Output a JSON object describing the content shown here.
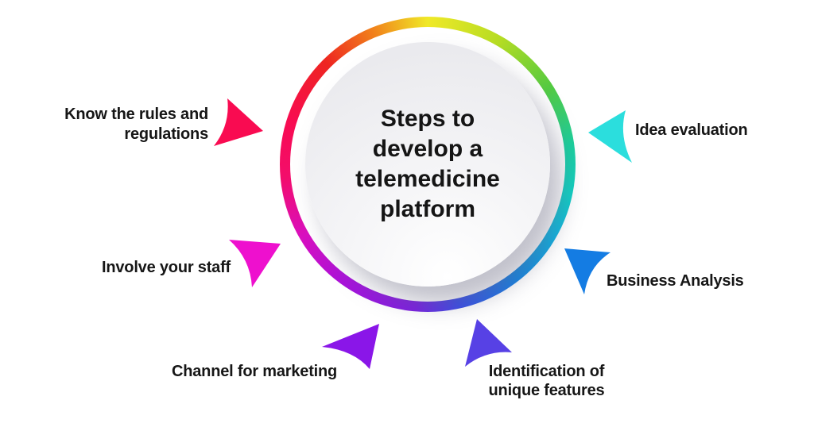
{
  "title": "Steps to develop a telemedicine platform",
  "center": {
    "title_lines": [
      "Steps to",
      "develop a",
      "telemedicine",
      "platform"
    ]
  },
  "colors": {
    "background": "#ffffff",
    "text": "#161616",
    "ring_gradient_clockwise_from_top": [
      "#F0E927",
      "#53CB42",
      "#0ED0C4",
      "#1383E2",
      "#7A20E0",
      "#D90FC0",
      "#F30D6B",
      "#EE2521",
      "#F1821B"
    ]
  },
  "steps": [
    {
      "label": "Know the rules and regulations",
      "lines": [
        "Know the rules and",
        "regulations"
      ],
      "arrow_color": "#F90B51",
      "position": "upper-left"
    },
    {
      "label": "Idea evaluation",
      "lines": [
        "Idea evaluation"
      ],
      "arrow_color": "#2BDEDD",
      "position": "upper-right"
    },
    {
      "label": "Involve your staff",
      "lines": [
        "Involve your staff"
      ],
      "arrow_color": "#EE10CE",
      "position": "middle-left"
    },
    {
      "label": "Business Analysis",
      "lines": [
        "Business Analysis"
      ],
      "arrow_color": "#147CE3",
      "position": "middle-right"
    },
    {
      "label": "Channel for marketing",
      "lines": [
        "Channel for marketing"
      ],
      "arrow_color": "#8A16E8",
      "position": "bottom-left"
    },
    {
      "label": "Identification of unique features",
      "lines": [
        "Identification of",
        "unique features"
      ],
      "arrow_color": "#5741E5",
      "position": "bottom-right"
    }
  ]
}
